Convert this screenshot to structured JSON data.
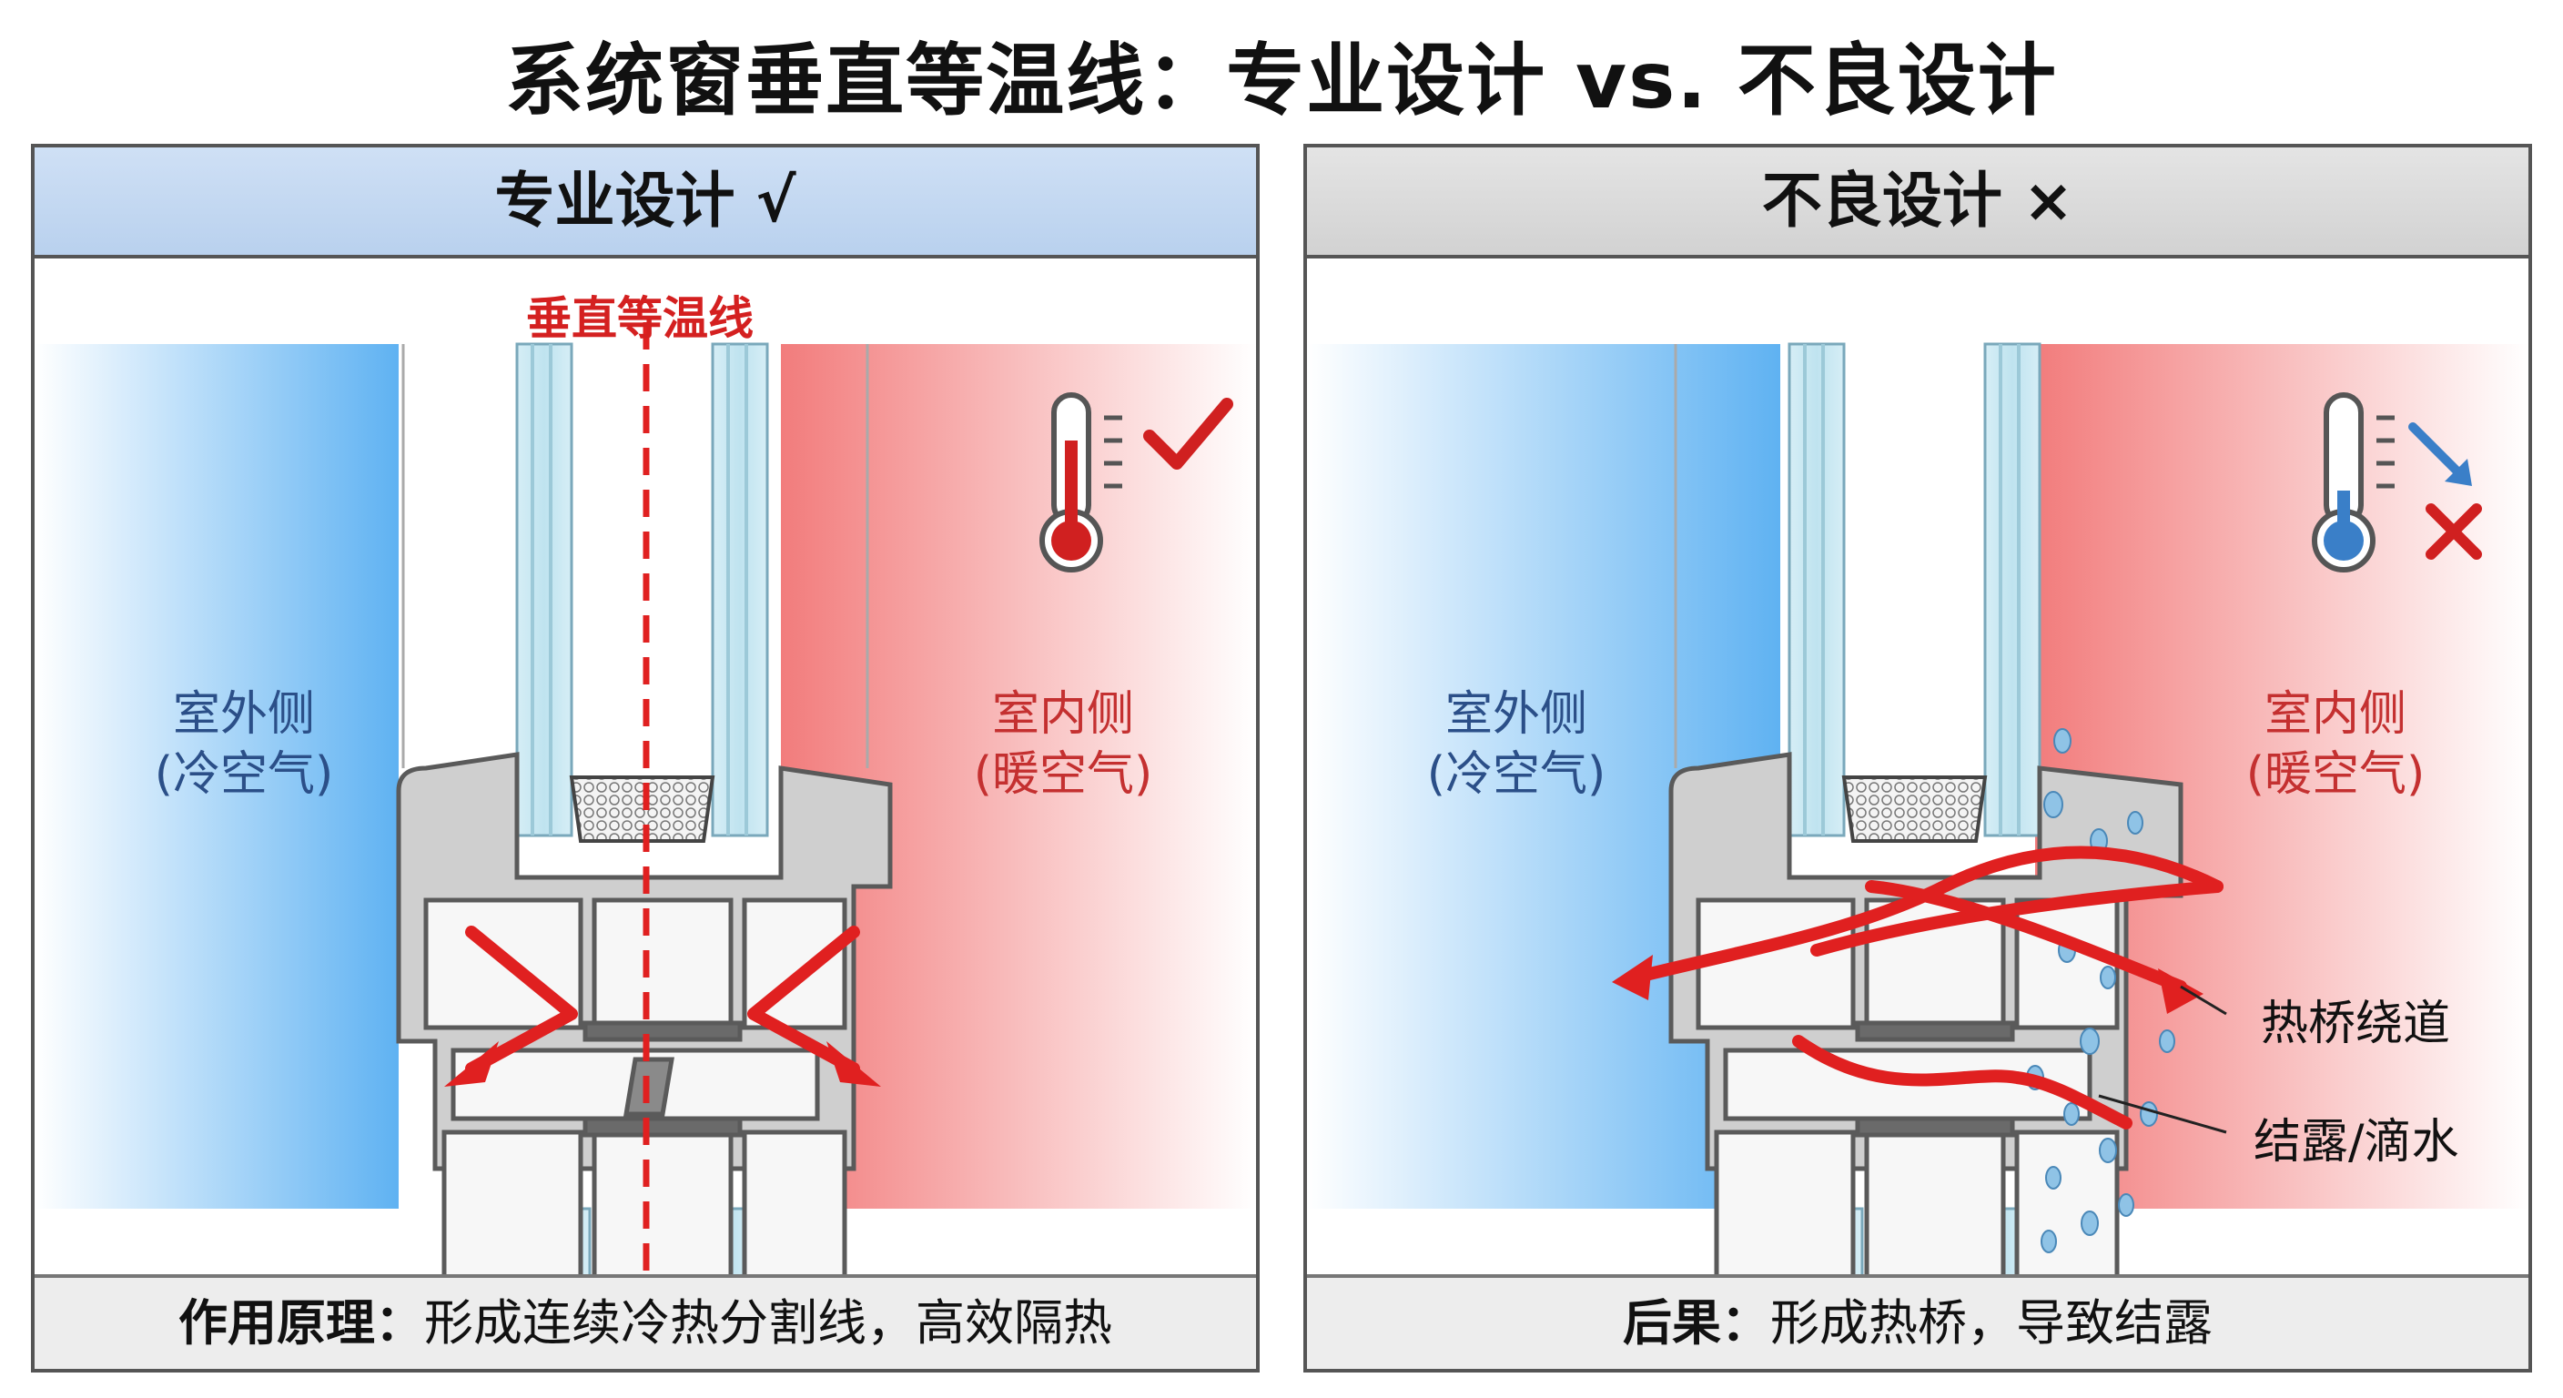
{
  "title": "系统窗垂直等温线：专业设计 vs. 不良设计",
  "left_panel": {
    "header": "专业设计 √",
    "isotherm_label": "垂直等温线",
    "outdoor_label": "室外侧",
    "outdoor_sub": "(冷空气)",
    "indoor_label": "室内侧",
    "indoor_sub": "(暖空气)",
    "footer_bold": "作用原理：",
    "footer_text": "形成连续冷热分割线，高效隔热",
    "icons": [
      "thermometer-hot-icon",
      "checkmark-icon"
    ]
  },
  "right_panel": {
    "header": "不良设计 ×",
    "outdoor_label": "室外侧",
    "outdoor_sub": "(冷空气)",
    "indoor_label": "室内侧",
    "indoor_sub": "(暖空气)",
    "callout_bridge": "热桥绕道",
    "callout_condensation": "结露/滴水",
    "footer_bold": "后果：",
    "footer_text": "形成热桥，导致结露",
    "icons": [
      "thermometer-cold-icon",
      "temperature-drop-arrow-icon",
      "cross-icon"
    ]
  },
  "colors": {
    "cold": "#5aaef0",
    "warm": "#f08080",
    "arrow": "#e02020",
    "frame": "#a8a8a8"
  }
}
